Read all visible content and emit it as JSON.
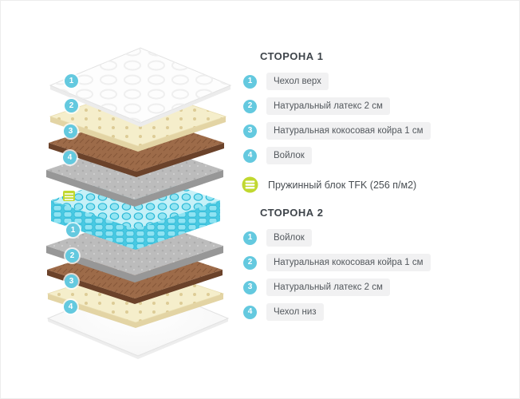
{
  "colors": {
    "accent_cyan": "#64c9df",
    "accent_lime": "#c1d830",
    "bar_bg": "#f1f1f2",
    "title_text": "#3e444a",
    "bar_text": "#53585d"
  },
  "diagram": {
    "side1_badges": [
      "1",
      "2",
      "3",
      "4"
    ],
    "side2_badges": [
      "1",
      "2",
      "3",
      "4"
    ]
  },
  "legend": {
    "side1": {
      "title": "СТОРОНА 1",
      "items": [
        {
          "num": "1",
          "label": "Чехол верх"
        },
        {
          "num": "2",
          "label": "Натуральный латекс 2 см"
        },
        {
          "num": "3",
          "label": "Натуральная кокосовая койра 1 см"
        },
        {
          "num": "4",
          "label": "Войлок"
        }
      ]
    },
    "spring": {
      "icon": "spring-block-icon",
      "label": "Пружинный блок TFK (256 п/м2)"
    },
    "side2": {
      "title": "СТОРОНА 2",
      "items": [
        {
          "num": "1",
          "label": "Войлок"
        },
        {
          "num": "2",
          "label": "Натуральная кокосовая койра 1 см"
        },
        {
          "num": "3",
          "label": "Натуральный латекс 2 см"
        },
        {
          "num": "4",
          "label": "Чехол низ"
        }
      ]
    }
  }
}
